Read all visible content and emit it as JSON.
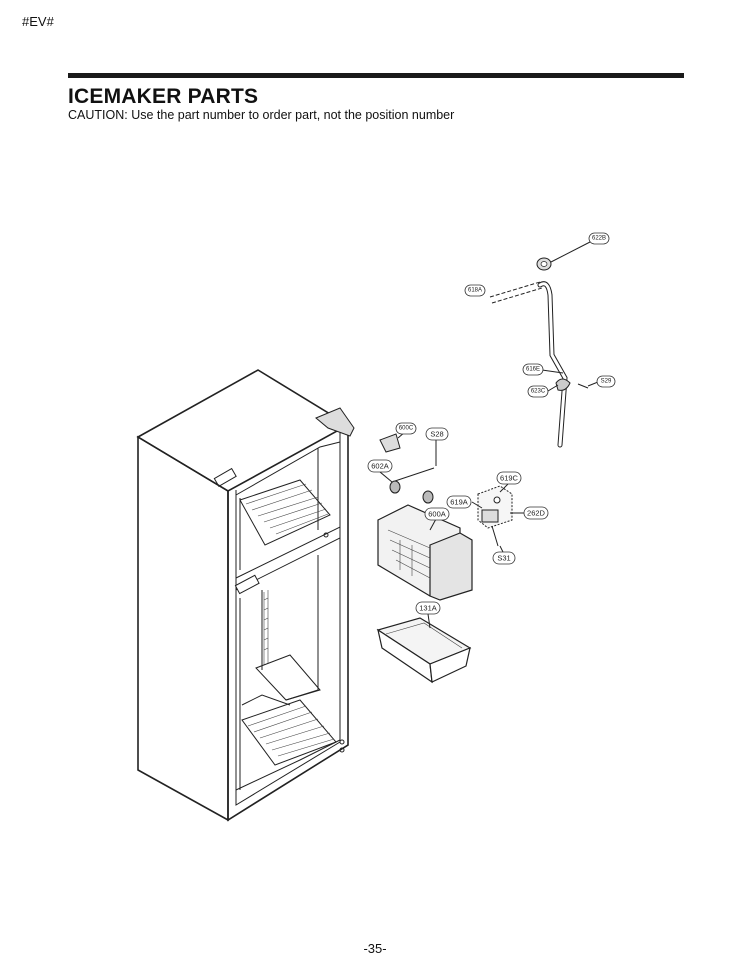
{
  "header": {
    "corner_code": "#EV#",
    "title": "ICEMAKER PARTS",
    "caution": "CAUTION: Use the part number to order part, not the position number"
  },
  "labels": {
    "p622B": "622B",
    "p618A": "618A",
    "p616E": "616E",
    "p623C": "623C",
    "pS29": "S29",
    "p600C": "600C",
    "pS28": "S28",
    "p602A": "602A",
    "p619C": "619C",
    "p619A": "619A",
    "p600A": "600A",
    "p262D": "262D",
    "pS31": "S31",
    "p131A": "131A"
  },
  "footer": {
    "page_number": "-35-"
  }
}
